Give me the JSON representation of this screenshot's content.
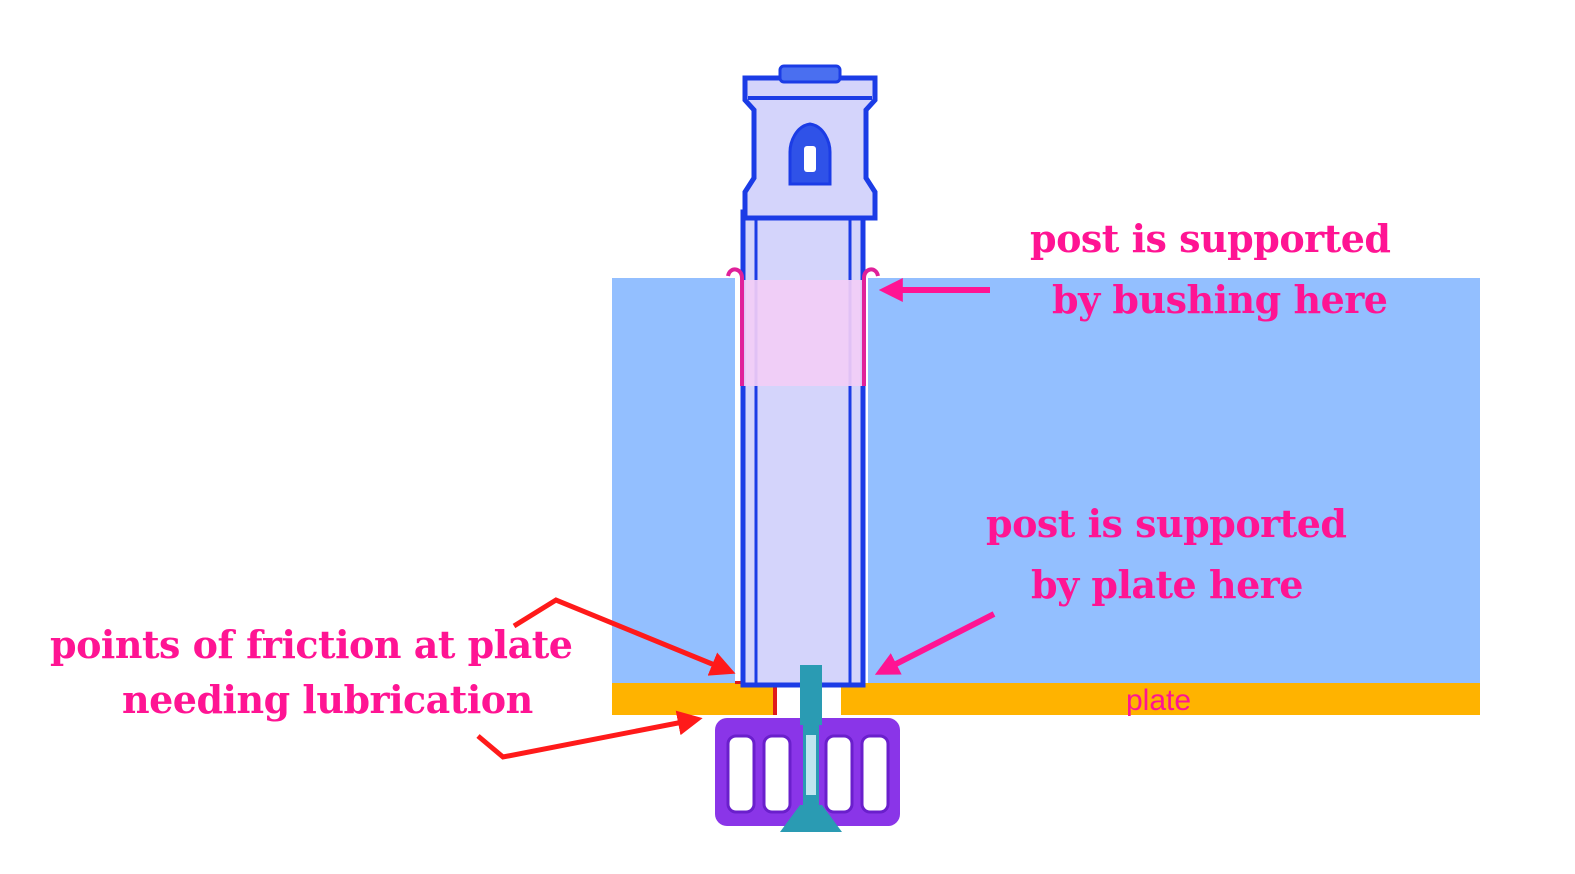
{
  "colors": {
    "block": "#93bfff",
    "plate": "#ffb300",
    "post_fill": "#d4d4fb",
    "post_outline": "#1b3ce6",
    "bushing_outline": "#e0209a",
    "bushing_fill": "#f2cdf6",
    "nut": "#8a35e8",
    "screw": "#2a9bb3",
    "label_pink": "#ff1493",
    "arrow_red": "#ff1a1a"
  },
  "labels": {
    "bushing_line1": "post is supported",
    "bushing_line2": "by bushing here",
    "plate_support_line1": "post is supported",
    "plate_support_line2": "by plate here",
    "friction_line1": "points of friction at plate",
    "friction_line2": "needing lubrication",
    "plate": "plate"
  },
  "icons": {
    "bushing_arrow": "arrow-left-icon",
    "plate_arrow": "arrow-down-left-icon",
    "friction_arrows": "arrow-right-icon"
  }
}
